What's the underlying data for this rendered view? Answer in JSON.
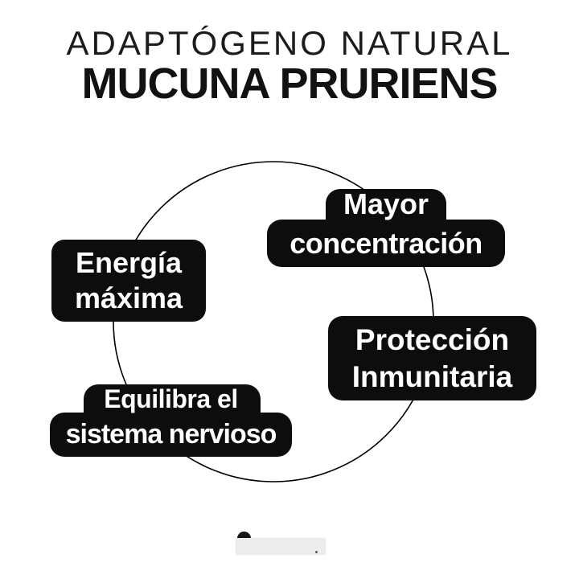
{
  "header": {
    "subtitle": "ADAPTÓGENO NATURAL",
    "title": "MUCUNA PRURIENS"
  },
  "diagram": {
    "circle_color": "#000000",
    "badge_bg": "#0d0d0d",
    "badge_text_color": "#ffffff",
    "badges": [
      {
        "id": "energia-maxima",
        "lines": [
          "Energía",
          "máxima"
        ]
      },
      {
        "id": "mayor-concentracion",
        "lines": [
          "Mayor",
          "concentración"
        ]
      },
      {
        "id": "proteccion-inmunitaria",
        "lines": [
          "Protección",
          "Inmunitaria"
        ]
      },
      {
        "id": "equilibra-sistema",
        "lines": [
          "Equilibra el",
          "sistema nervioso"
        ]
      }
    ]
  },
  "footer": {
    "brand_mark": "redacted-logo"
  },
  "colors": {
    "background": "#ffffff",
    "ink": "#161616",
    "cover_gray": "#ececec"
  }
}
